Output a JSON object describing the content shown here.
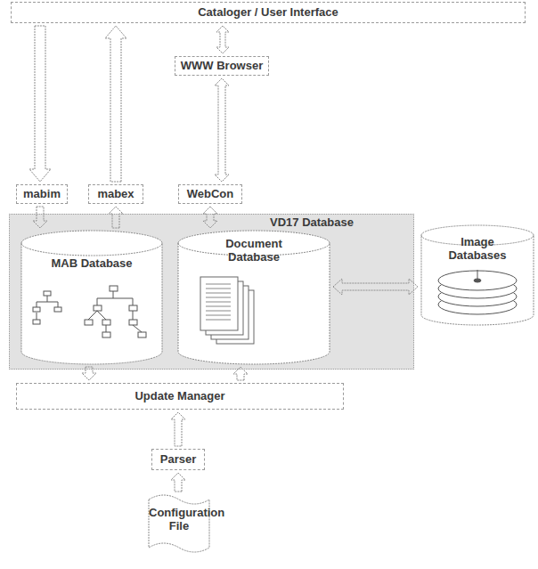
{
  "diagram": {
    "nodes": [
      {
        "text": [
          "Cataloger / User Interface"
        ]
      },
      {
        "text": [
          "WWW Browser"
        ]
      },
      {
        "text": [
          "mabim"
        ]
      },
      {
        "text": [
          "mabex"
        ]
      },
      {
        "text": [
          "WebCon"
        ]
      },
      {
        "text": [
          "VD17 Database"
        ]
      },
      {
        "text": [
          "MAB Database"
        ],
        "in": 5
      },
      {
        "text": [
          "Document Database"
        ],
        "in": 5
      },
      {
        "text": [
          "Image Databases"
        ]
      },
      {
        "text": [
          "Update Manager"
        ]
      },
      {
        "text": [
          "Parser"
        ]
      },
      {
        "text": [
          "Configuration File"
        ]
      }
    ],
    "edges": [
      {
        "from": 0,
        "to": 2,
        "arrow": "to"
      },
      {
        "from": 3,
        "to": 0,
        "arrow": "to"
      },
      {
        "from": 0,
        "to": 1,
        "arrow": "both"
      },
      {
        "from": 1,
        "to": 4,
        "arrow": "both"
      },
      {
        "from": 2,
        "to": 6,
        "arrow": "to"
      },
      {
        "from": 6,
        "to": 3,
        "arrow": "to"
      },
      {
        "from": 4,
        "to": 7,
        "arrow": "both"
      },
      {
        "from": 7,
        "to": 8,
        "arrow": "both"
      },
      {
        "from": 6,
        "to": 9,
        "arrow": "to"
      },
      {
        "from": 9,
        "to": 7,
        "arrow": "to"
      },
      {
        "from": 10,
        "to": 9,
        "arrow": "to"
      },
      {
        "from": 11,
        "to": 10,
        "arrow": "to"
      }
    ]
  }
}
